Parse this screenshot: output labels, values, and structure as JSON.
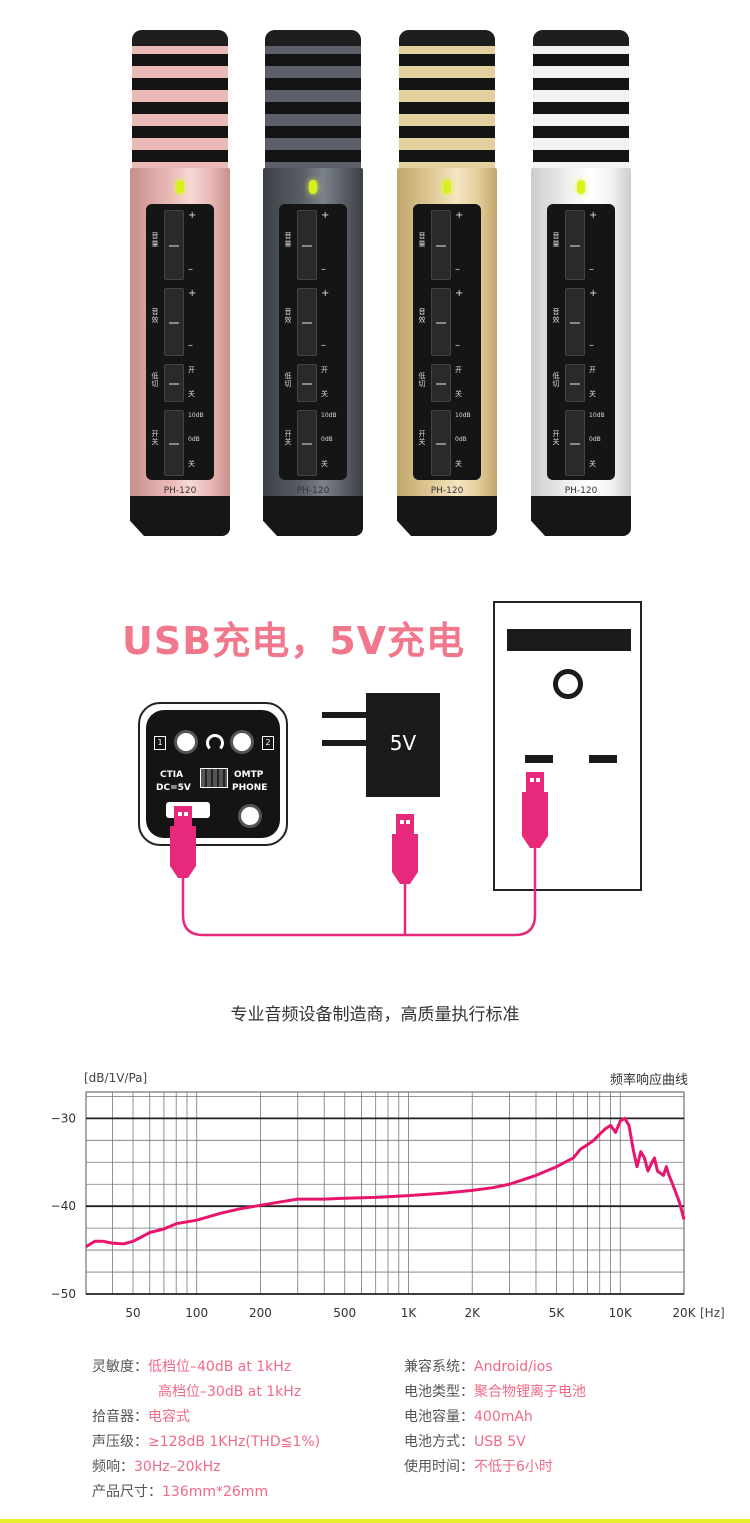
{
  "mics": [
    {
      "color": "#e9b9b6",
      "shade": "#c88f8c",
      "hl": "#f7d8d5",
      "model": "PH-120"
    },
    {
      "color": "#5b6068",
      "shade": "#3c4046",
      "hl": "#7c828a",
      "model": "PH-120"
    },
    {
      "color": "#e4cf9e",
      "shade": "#c2a66c",
      "hl": "#f4e6c3",
      "model": "PH-120"
    },
    {
      "color": "#f2f2f2",
      "shade": "#cccccc",
      "hl": "#ffffff",
      "model": "PH-120"
    }
  ],
  "mic_labels": {
    "volume": "音量",
    "effect": "音效",
    "lowcut": "低切",
    "onoff": "开关",
    "plus": "+",
    "minus": "–",
    "on": "开",
    "off": "关",
    "gain10": "10dB",
    "gain0": "0dB"
  },
  "charging": {
    "title": "USB充电，5V充电",
    "adapter_label": "5V",
    "device": {
      "num1": "1",
      "num2": "2",
      "ctia": "CTIA",
      "dc": "DC=5V",
      "omtp": "OMTP",
      "phone": "PHONE"
    },
    "colors": {
      "cable": "#e6297a"
    }
  },
  "slogan": "专业音频设备制造商，高质量执行标准",
  "chart_data": {
    "type": "line",
    "title": "频率响应曲线",
    "ylabel": "[dB/1V/Pa]",
    "xlabel": "[Hz]",
    "x_scale": "log",
    "xlim": [
      30,
      20000
    ],
    "ylim": [
      -50,
      -27
    ],
    "grid": true,
    "x_ticks": [
      {
        "value": 50,
        "label": "50"
      },
      {
        "value": 100,
        "label": "100"
      },
      {
        "value": 200,
        "label": "200"
      },
      {
        "value": 500,
        "label": "500"
      },
      {
        "value": 1000,
        "label": "1K"
      },
      {
        "value": 2000,
        "label": "2K"
      },
      {
        "value": 5000,
        "label": "5K"
      },
      {
        "value": 10000,
        "label": "10K"
      },
      {
        "value": 20000,
        "label": "20K"
      }
    ],
    "y_ticks": [
      {
        "value": -30,
        "label": "−30"
      },
      {
        "value": -40,
        "label": "−40"
      },
      {
        "value": -50,
        "label": "−50"
      }
    ],
    "series": [
      {
        "color": "#e8156e",
        "x": [
          30,
          33,
          36,
          40,
          45,
          50,
          55,
          60,
          70,
          80,
          100,
          130,
          160,
          200,
          250,
          300,
          400,
          500,
          700,
          1000,
          1500,
          2000,
          2500,
          3000,
          4000,
          5000,
          6000,
          6500,
          7000,
          7500,
          8000,
          8500,
          9000,
          9500,
          10000,
          10500,
          11000,
          11500,
          12000,
          12500,
          13000,
          13500,
          14000,
          14500,
          15000,
          16000,
          16500,
          17000,
          18000,
          19000,
          20000
        ],
        "y": [
          -44.6,
          -44.0,
          -44.0,
          -44.2,
          -44.3,
          -44.0,
          -43.5,
          -43.0,
          -42.6,
          -42.0,
          -41.6,
          -40.8,
          -40.3,
          -39.9,
          -39.5,
          -39.2,
          -39.2,
          -39.1,
          -39.0,
          -38.8,
          -38.5,
          -38.2,
          -37.9,
          -37.5,
          -36.5,
          -35.5,
          -34.5,
          -33.5,
          -33.0,
          -32.5,
          -31.8,
          -31.2,
          -30.8,
          -31.6,
          -30.3,
          -30.0,
          -30.8,
          -33.5,
          -35.5,
          -33.8,
          -34.5,
          -36.0,
          -35.2,
          -34.5,
          -36.0,
          -36.5,
          -35.5,
          -36.5,
          -38.0,
          -39.5,
          -41.5
        ]
      }
    ]
  },
  "specs": {
    "left": [
      {
        "label": "灵敏度：",
        "value": "低档位–40dB at 1kHz"
      },
      {
        "label": "",
        "value": "高档位–30dB at 1kHz"
      },
      {
        "label": "拾音器：",
        "value": "电容式"
      },
      {
        "label": "声压级：",
        "value": "≥128dB 1KHz(THD≦1%)"
      },
      {
        "label": "频响：",
        "value": "30Hz–20kHz"
      },
      {
        "label": "产品尺寸：",
        "value": "136mm*26mm"
      }
    ],
    "right": [
      {
        "label": "兼容系统：",
        "value": "Android/ios"
      },
      {
        "label": "电池类型：",
        "value": "聚合物锂离子电池"
      },
      {
        "label": "电池容量：",
        "value": "400mAh"
      },
      {
        "label": "电池方式：",
        "value": "USB 5V"
      },
      {
        "label": "使用时间：",
        "value": "不低于6小时"
      }
    ]
  }
}
